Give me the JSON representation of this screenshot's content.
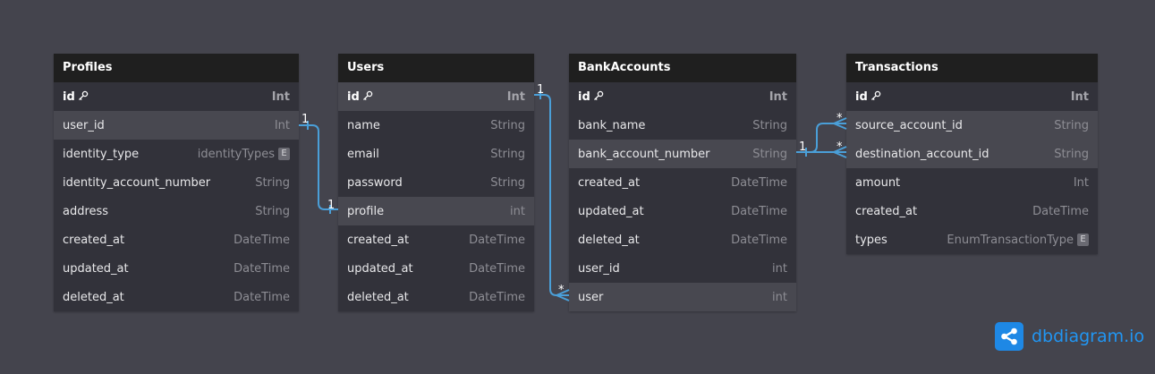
{
  "tables": [
    {
      "name": "Profiles",
      "fields": [
        {
          "name": "id",
          "type": "Int",
          "pk": true
        },
        {
          "name": "user_id",
          "type": "Int",
          "highlight": true
        },
        {
          "name": "identity_type",
          "type": "identityTypes",
          "enum": true
        },
        {
          "name": "identity_account_number",
          "type": "String"
        },
        {
          "name": "address",
          "type": "String"
        },
        {
          "name": "created_at",
          "type": "DateTime"
        },
        {
          "name": "updated_at",
          "type": "DateTime"
        },
        {
          "name": "deleted_at",
          "type": "DateTime"
        }
      ]
    },
    {
      "name": "Users",
      "fields": [
        {
          "name": "id",
          "type": "Int",
          "pk": true,
          "highlight": true
        },
        {
          "name": "name",
          "type": "String"
        },
        {
          "name": "email",
          "type": "String"
        },
        {
          "name": "password",
          "type": "String"
        },
        {
          "name": "profile",
          "type": "int",
          "highlight": true
        },
        {
          "name": "created_at",
          "type": "DateTime"
        },
        {
          "name": "updated_at",
          "type": "DateTime"
        },
        {
          "name": "deleted_at",
          "type": "DateTime"
        }
      ]
    },
    {
      "name": "BankAccounts",
      "fields": [
        {
          "name": "id",
          "type": "Int",
          "pk": true
        },
        {
          "name": "bank_name",
          "type": "String"
        },
        {
          "name": "bank_account_number",
          "type": "String",
          "highlight": true
        },
        {
          "name": "created_at",
          "type": "DateTime"
        },
        {
          "name": "updated_at",
          "type": "DateTime"
        },
        {
          "name": "deleted_at",
          "type": "DateTime"
        },
        {
          "name": "user_id",
          "type": "int"
        },
        {
          "name": "user",
          "type": "int",
          "highlight": true
        }
      ]
    },
    {
      "name": "Transactions",
      "fields": [
        {
          "name": "id",
          "type": "Int",
          "pk": true
        },
        {
          "name": "source_account_id",
          "type": "String",
          "highlight": true
        },
        {
          "name": "destination_account_id",
          "type": "String",
          "highlight": true
        },
        {
          "name": "amount",
          "type": "Int"
        },
        {
          "name": "created_at",
          "type": "DateTime"
        },
        {
          "name": "types",
          "type": "EnumTransactionType",
          "enum": true
        }
      ]
    }
  ],
  "enum_badge": "E",
  "relationships": [
    {
      "from": "Profiles.user_id",
      "from_card": "1",
      "to": "Users.profile",
      "to_card": "1"
    },
    {
      "from": "Users.id",
      "from_card": "1",
      "to": "BankAccounts.user",
      "to_card": "*"
    },
    {
      "from": "BankAccounts.bank_account_number",
      "from_card": "1",
      "to": "Transactions.source_account_id",
      "to_card": "*"
    },
    {
      "from": "BankAccounts.bank_account_number",
      "from_card": "1",
      "to": "Transactions.destination_account_id",
      "to_card": "*"
    }
  ],
  "colors": {
    "relation_line": "#4a9fd8",
    "brand": "#2196f3",
    "background": "#44444d"
  },
  "brand": {
    "name": "dbdiagram.io",
    "icon": "share-network-icon"
  }
}
